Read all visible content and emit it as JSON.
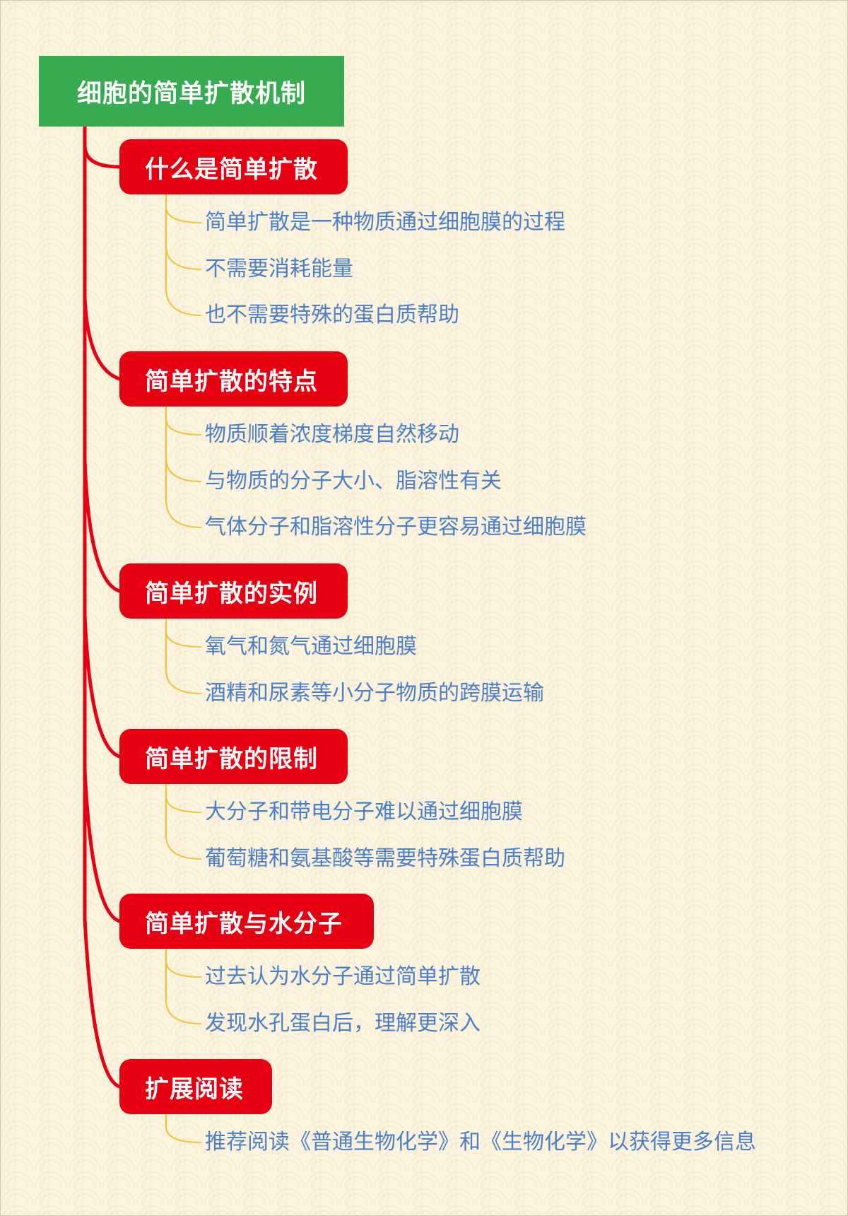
{
  "colors": {
    "root": "#36ab4f",
    "branch": "#e60012",
    "branch_line": "#e60012",
    "leaf_line": "#f2c230",
    "leaf_text": "#4a7fc9"
  },
  "root": {
    "title": "细胞的简单扩散机制"
  },
  "branches": [
    {
      "title": "什么是简单扩散",
      "items": [
        "简单扩散是一种物质通过细胞膜的过程",
        "不需要消耗能量",
        "也不需要特殊的蛋白质帮助"
      ]
    },
    {
      "title": "简单扩散的特点",
      "items": [
        "物质顺着浓度梯度自然移动",
        "与物质的分子大小、脂溶性有关",
        "气体分子和脂溶性分子更容易通过细胞膜"
      ]
    },
    {
      "title": "简单扩散的实例",
      "items": [
        "氧气和氮气通过细胞膜",
        "酒精和尿素等小分子物质的跨膜运输"
      ]
    },
    {
      "title": "简单扩散的限制",
      "items": [
        "大分子和带电分子难以通过细胞膜",
        "葡萄糖和氨基酸等需要特殊蛋白质帮助"
      ]
    },
    {
      "title": "简单扩散与水分子",
      "items": [
        "过去认为水分子通过简单扩散",
        "发现水孔蛋白后，理解更深入"
      ]
    },
    {
      "title": "扩展阅读",
      "items": [
        "推荐阅读《普通生物化学》和《生物化学》以获得更多信息"
      ]
    }
  ]
}
